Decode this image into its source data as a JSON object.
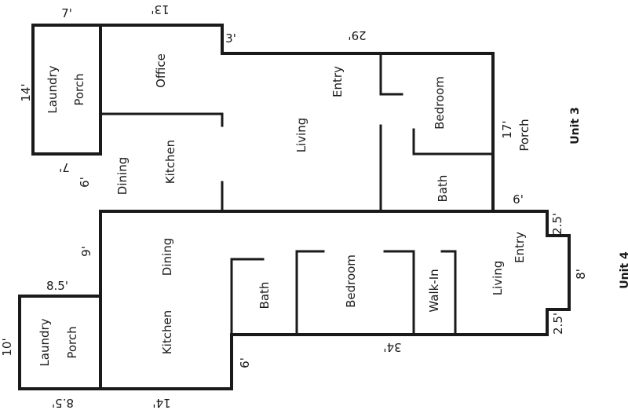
{
  "units": {
    "unit3": "Unit 3",
    "unit4": "Unit 4"
  },
  "rooms": {
    "laundry_top": "Laundry",
    "porch_top": "Porch",
    "office": "Office",
    "dining_top": "Dining",
    "kitchen_top": "Kitchen",
    "living_top": "Living",
    "entry_top": "Entry",
    "bedroom_top": "Bedroom",
    "bath_top": "Bath",
    "porch_right": "Porch",
    "dining_bottom": "Dining",
    "kitchen_bottom": "Kitchen",
    "laundry_bottom": "Laundry",
    "porch_bottom": "Porch",
    "bath_bottom": "Bath",
    "bedroom_bottom": "Bedroom",
    "walkin": "Walk-In",
    "living_bottom": "Living",
    "entry_bottom": "Entry"
  },
  "dimensions": {
    "d7_top": "7'",
    "d13_top": "13'",
    "d3": "3'",
    "d29": "29'",
    "d14_left": "14'",
    "d7_mid": "7'",
    "d6_left": "6'",
    "d17": "17'",
    "d6_right": "6'",
    "d2_5_top": "2.5'",
    "d9": "9'",
    "d8": "8'",
    "d8_5_top": "8.5'",
    "d10": "10'",
    "d2_5_bottom": "2.5'",
    "d34": "34'",
    "d6_bottom": "6'",
    "d8_5_bottom": "8.5'",
    "d14_bottom": "14'"
  }
}
